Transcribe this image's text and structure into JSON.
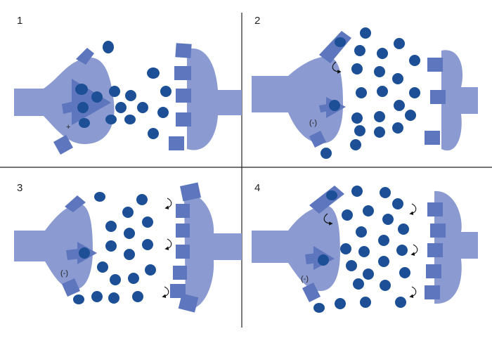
{
  "colors": {
    "terminal": "#8b9bd1",
    "receptor": "#5d76bd",
    "molecule": "#1c4f96",
    "divider": "#222222",
    "background": "#ffffff"
  },
  "panels": [
    {
      "number": "1",
      "sign": "+"
    },
    {
      "number": "2",
      "sign": "(-)"
    },
    {
      "number": "3",
      "sign": "(-)"
    },
    {
      "number": "4",
      "sign": "(-)"
    }
  ],
  "icons": {
    "molecule": "neurotransmitter-blob",
    "receptor": "receptor-block",
    "arrow": "curved-arrow-icon"
  }
}
